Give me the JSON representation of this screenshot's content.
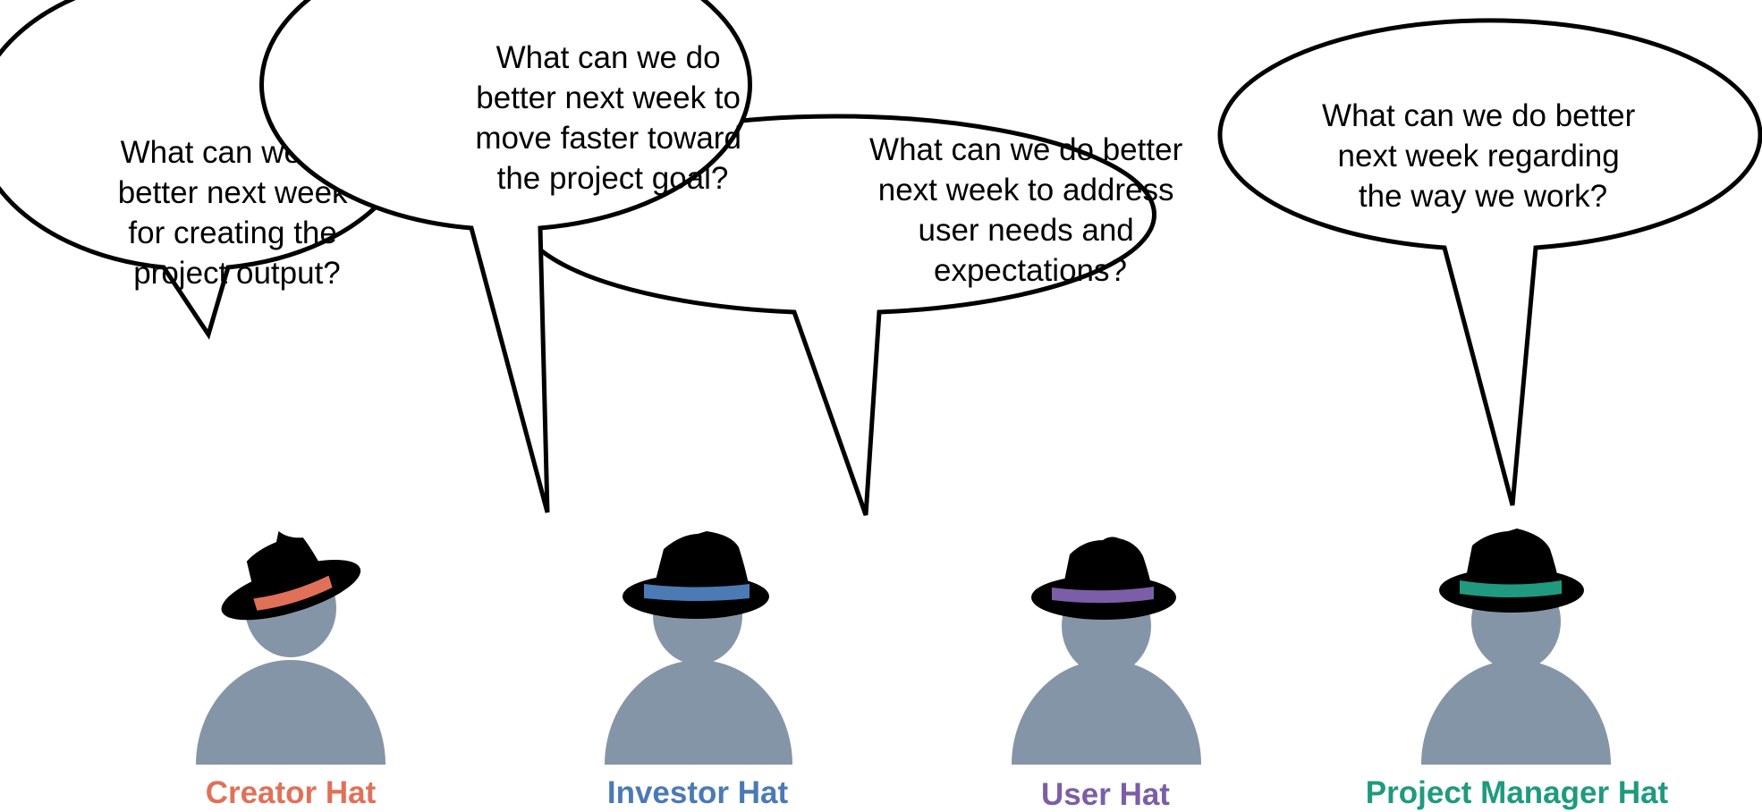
{
  "roles": [
    {
      "name": "Creator Hat",
      "color": "#e07158",
      "question_lines": [
        "What can we do",
        "better next week",
        "for creating the",
        "project output?"
      ]
    },
    {
      "name": "Investor Hat",
      "color": "#4b7ab5",
      "question_lines": [
        "What can we do",
        "better next week to",
        "move faster toward",
        "the project goal?"
      ]
    },
    {
      "name": "User Hat",
      "color": "#7b5ea7",
      "question_lines": [
        "What can we do better",
        "next week to address",
        "user needs and",
        "expectations?"
      ]
    },
    {
      "name": "Project Manager Hat",
      "color": "#1f9a7f",
      "question_lines": [
        "What can we do better",
        "next week regarding",
        "the way we work?"
      ]
    }
  ]
}
